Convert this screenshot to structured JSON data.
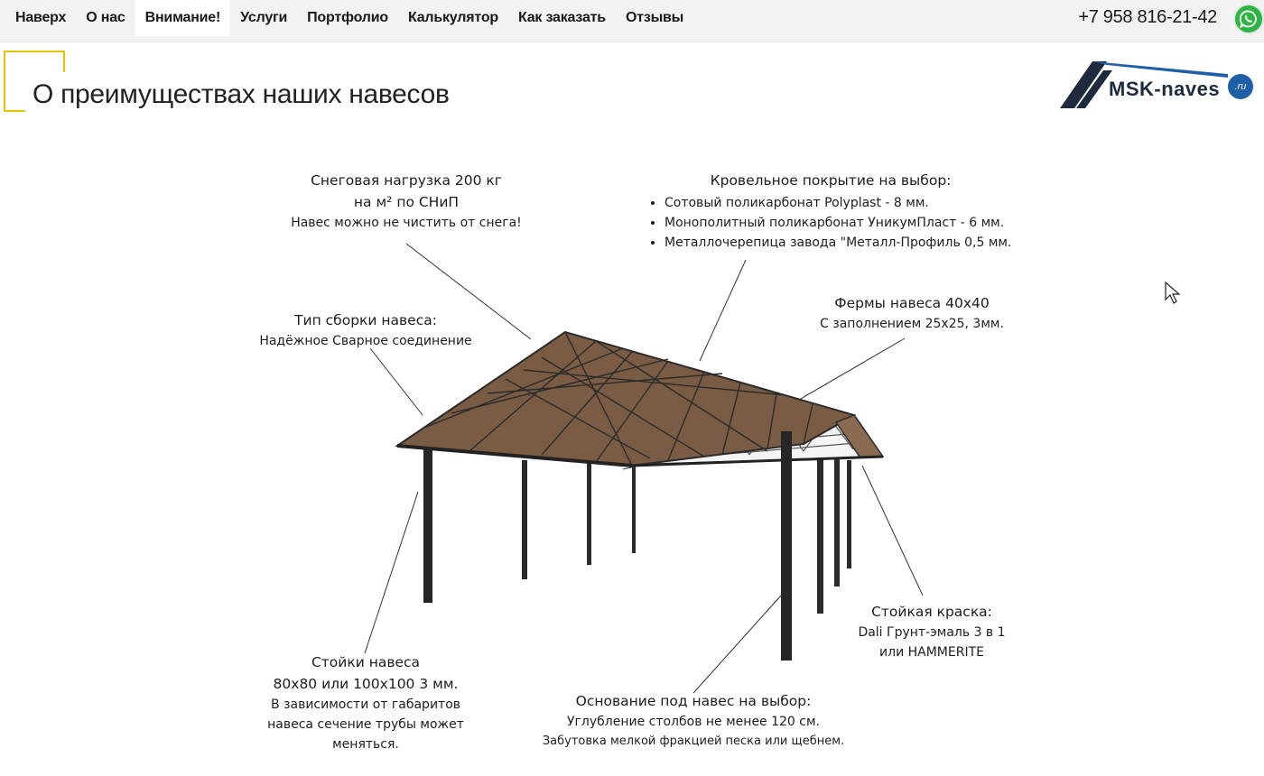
{
  "nav": {
    "items": [
      {
        "label": "Наверх"
      },
      {
        "label": "О нас"
      },
      {
        "label": "Внимание!"
      },
      {
        "label": "Услуги"
      },
      {
        "label": "Портфолио"
      },
      {
        "label": "Калькулятор"
      },
      {
        "label": "Как заказать"
      },
      {
        "label": "Отзывы"
      }
    ],
    "active_index": 2,
    "phone": "+7 958 816-21-42",
    "whatsapp_icon": "whatsapp-icon"
  },
  "page": {
    "title": "О преимуществах наших навесов",
    "accent_color": "#e8c400"
  },
  "logo": {
    "name": "MSK-naves",
    "suffix": ".ru"
  },
  "annotations": {
    "snow": {
      "line1": "Снеговая нагрузка 200 кг",
      "line2": "на м² по СНиП",
      "line3": "Навес можно не чистить от снега!"
    },
    "roof": {
      "title": "Кровельное покрытие на выбор:",
      "items": [
        "Сотовый поликарбонат Polyplast - 8 мм.",
        "Монополитный поликарбонат УникумПласт - 6 мм.",
        "Металлочерепица завода \"Металл-Профиль 0,5 мм."
      ]
    },
    "assembly": {
      "title": "Тип сборки навеса:",
      "text": "Надёжное Сварное соединение"
    },
    "trusses": {
      "title": "Фермы навеса 40х40",
      "text": "С заполнением 25х25, 3мм."
    },
    "paint": {
      "title": "Стойкая краска:",
      "line1": "Dali Грунт-эмаль 3 в 1",
      "line2": "или HAMMERITE"
    },
    "posts": {
      "title": "Стойки навеса",
      "line1": "80х80 или 100х100 3 мм.",
      "line2": "В зависимости от габаритов",
      "line3": "навеса сечение трубы может",
      "line4": "меняться."
    },
    "base": {
      "title": "Основание под навес на выбор:",
      "line1": "Углубление столбов не менее 120 см.",
      "line2": "Забутовка мелкой фракцией песка или щебнем."
    }
  }
}
